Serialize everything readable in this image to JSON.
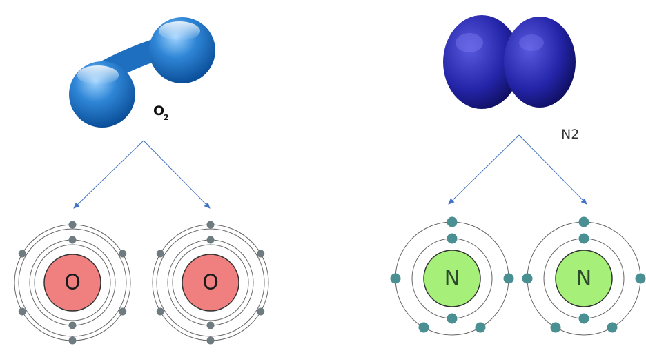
{
  "o2": {
    "label": "O",
    "subscript": "2",
    "molecule_color": "#2f86d6",
    "atoms": [
      {
        "symbol": "O",
        "nucleus_color": "#f08080"
      },
      {
        "symbol": "O",
        "nucleus_color": "#f08080"
      }
    ],
    "shells": [
      2,
      6
    ]
  },
  "n2": {
    "label": "N2",
    "molecule_color": "#2424a8",
    "atoms": [
      {
        "symbol": "N",
        "nucleus_color": "#a6f07a"
      },
      {
        "symbol": "N",
        "nucleus_color": "#a6f07a"
      }
    ],
    "shells": [
      2,
      5
    ]
  },
  "colors": {
    "arrow": "#4472c4",
    "o_electron": "#6e7b80",
    "n_electron": "#4a8f91",
    "orbit": "#666666"
  }
}
